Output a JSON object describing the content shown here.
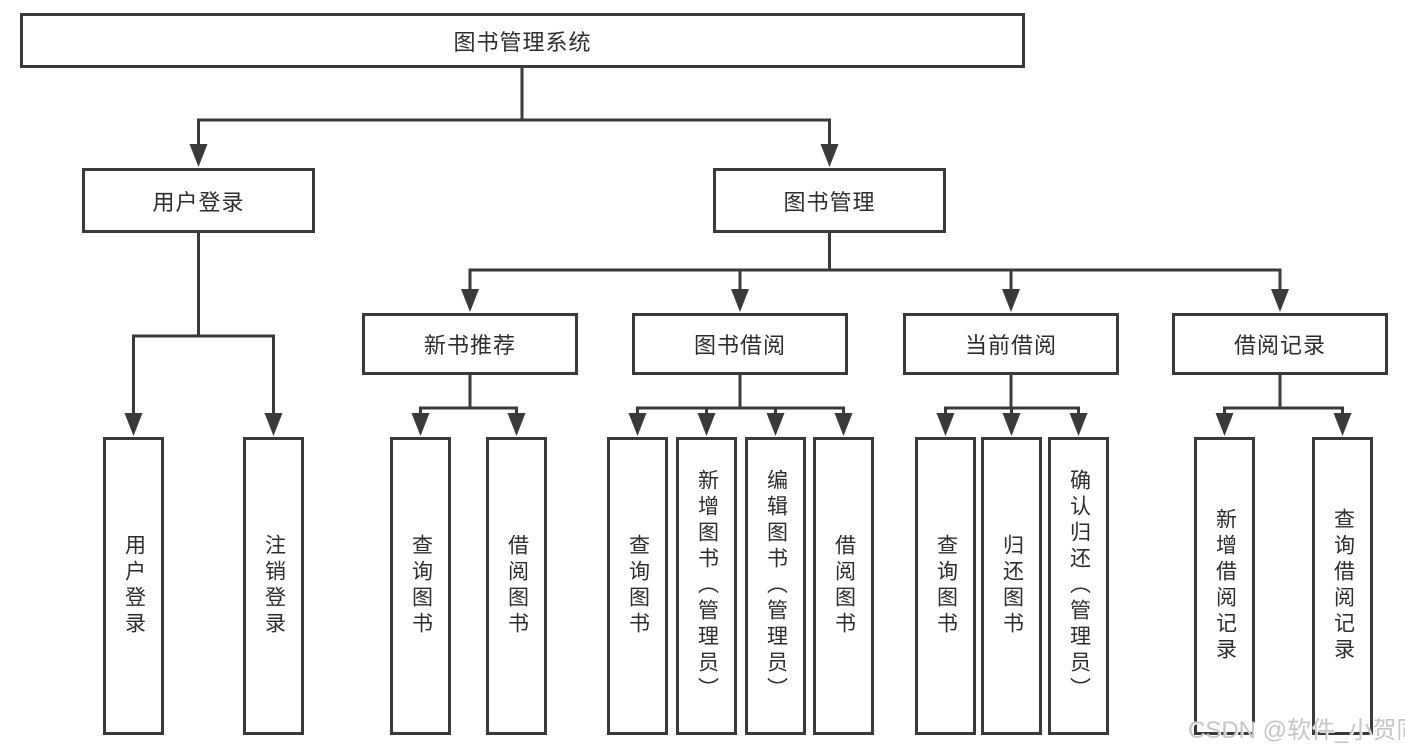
{
  "tree": {
    "root": {
      "label": "图书管理系统"
    },
    "children": [
      {
        "label": "用户登录",
        "children": [
          {
            "label": "用户登录"
          },
          {
            "label": "注销登录"
          }
        ]
      },
      {
        "label": "图书管理",
        "children": [
          {
            "label": "新书推荐",
            "children": [
              {
                "label": "查询图书"
              },
              {
                "label": "借阅图书"
              }
            ]
          },
          {
            "label": "图书借阅",
            "children": [
              {
                "label": "查询图书"
              },
              {
                "label": "新增图书（管理员）"
              },
              {
                "label": "编辑图书（管理员）"
              },
              {
                "label": "借阅图书"
              }
            ]
          },
          {
            "label": "当前借阅",
            "children": [
              {
                "label": "查询图书"
              },
              {
                "label": "归还图书"
              },
              {
                "label": "确认归还（管理员）"
              }
            ]
          },
          {
            "label": "借阅记录",
            "children": [
              {
                "label": "新增借阅记录"
              },
              {
                "label": "查询借阅记录"
              }
            ]
          }
        ]
      }
    ]
  },
  "watermark": "CSDN @软件_小贺同学",
  "colors": {
    "line": "#3a3a3a",
    "text": "#2d2d2d",
    "watermark": "#c6c6c6",
    "background": "#ffffff"
  }
}
